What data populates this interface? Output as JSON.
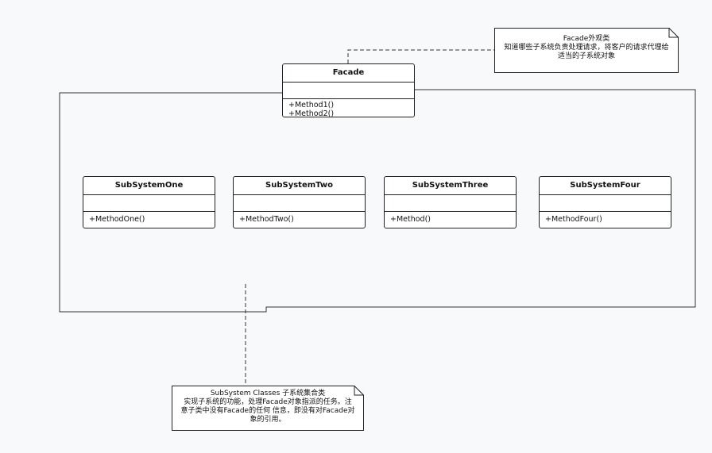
{
  "facade": {
    "name": "Facade",
    "methods": [
      "+Method1()",
      "+Method2()"
    ]
  },
  "subsystems": [
    {
      "name": "SubSystemOne",
      "method": "+MethodOne()"
    },
    {
      "name": "SubSystemTwo",
      "method": "+MethodTwo()"
    },
    {
      "name": "SubSystemThree",
      "method": "+Method()"
    },
    {
      "name": "SubSystemFour",
      "method": "+MethodFour()"
    }
  ],
  "notes": {
    "facade_note": {
      "line1": "Facade外观类",
      "line2": "知道哪些子系统负责处理请求，将客户的请求代理给",
      "line3": "适当的子系统对象"
    },
    "subsystem_note": {
      "line1": "SubSystem Classes 子系统集合类",
      "line2": "实现子系统的功能，处理Facade对象指派的任务。注",
      "line3": "意子类中没有Facade的任何 信息，即没有对Facade对",
      "line4": "象的引用。"
    }
  }
}
